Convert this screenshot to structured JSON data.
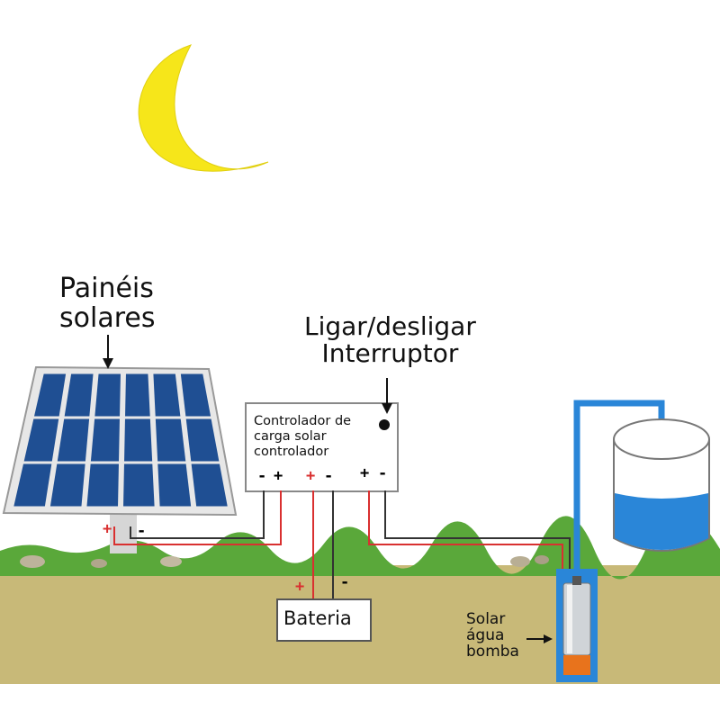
{
  "labels": {
    "solar_panels_line1": "Painéis",
    "solar_panels_line2": "solares",
    "switch_line1": "Ligar/desligar",
    "switch_line2": "Interruptor",
    "controller_line1": "Controlador de",
    "controller_line2": "carga solar",
    "controller_line3": "controlador",
    "battery": "Bateria",
    "pump_line1": "Solar",
    "pump_line2": "água",
    "pump_line3": "bomba"
  },
  "terminals": {
    "minus": "-",
    "plus": "+"
  },
  "colors": {
    "moon": "#f6e61a",
    "grass": "#5aa83a",
    "soil": "#c8b978",
    "panel_cell": "#1f4f93",
    "water": "#2a86d8",
    "wire_red": "#d93030",
    "wire_dark": "#333333"
  },
  "icons": [
    "moon-icon",
    "solar-panel-icon",
    "water-tank-icon",
    "pump-icon",
    "arrow-icon"
  ]
}
